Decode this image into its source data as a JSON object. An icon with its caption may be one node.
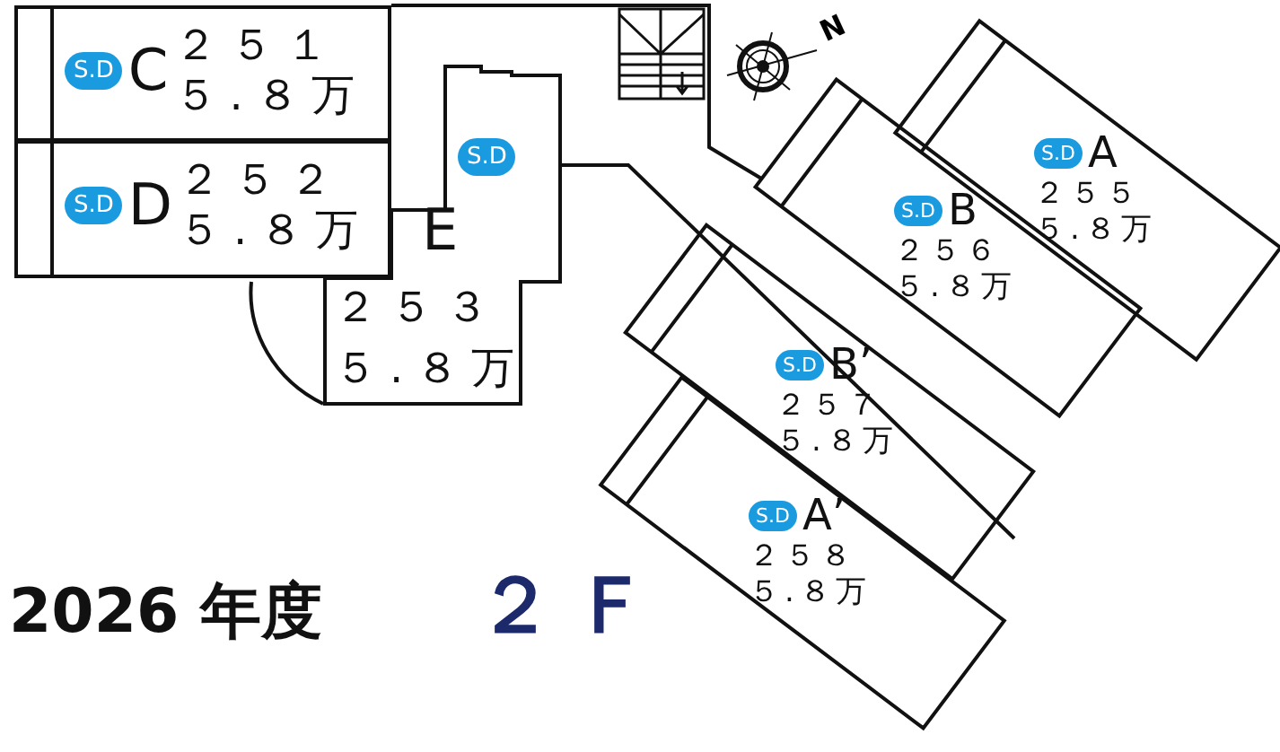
{
  "diagram": {
    "title": "2026 年度",
    "nodes": [
      {
        "text": [
          "S.D",
          "C",
          "２５１",
          "５.８万"
        ]
      },
      {
        "text": [
          "S.D",
          "D",
          "２５２",
          "５.８万"
        ]
      },
      {
        "text": [
          "S.D",
          "E",
          "２５３",
          "５.８万"
        ]
      },
      {
        "text": [
          "S.D",
          "A",
          "２５５",
          "５.８万"
        ]
      },
      {
        "text": [
          "S.D",
          "B",
          "２５６",
          "５.８万"
        ]
      },
      {
        "text": [
          "S.D",
          "B’",
          "２５７",
          "５.８万"
        ]
      },
      {
        "text": [
          "S.D",
          "A’",
          "２５８",
          "５.８万"
        ]
      }
    ],
    "labels": [
      "N",
      "２Ｆ"
    ]
  }
}
